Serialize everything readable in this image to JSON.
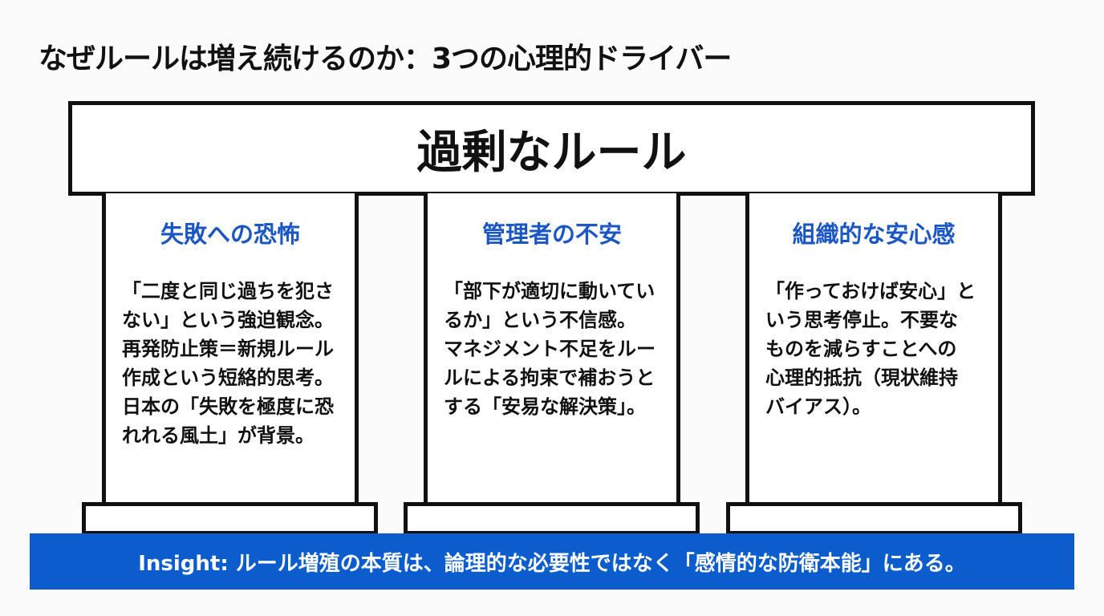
{
  "title": "なぜルールは増え続けるのか：3つの心理的ドライバー",
  "roof": "過剰なルール",
  "pillars": [
    {
      "heading": "失敗への恐怖",
      "lines": [
        "「二度と同じ過ちを犯さ",
        "ない」という強迫観念。",
        "再発防止策＝新規ルール",
        "作成という短絡的思考。",
        "日本の「失敗を極度に恐",
        "れれる風土」が背景。"
      ]
    },
    {
      "heading": "管理者の不安",
      "lines": [
        "「部下が適切に動いてい",
        "るか」という不信感。",
        "マネジメント不足をルー",
        "ルによる拘束で補おうと",
        "する「安易な解決策」。"
      ]
    },
    {
      "heading": "組織的な安心感",
      "lines": [
        "「作っておけば安心」と",
        "いう思考停止。不要な",
        "ものを減らすことへの",
        "心理的抵抗（現状維持",
        "バイアス）。"
      ]
    }
  ],
  "insight": "Insight: ルール増殖の本質は、論理的な必要性ではなく「感情的な防衛本能」にある。",
  "colors": {
    "heading": "#1a56c4",
    "banner": "#0b5ccc"
  }
}
